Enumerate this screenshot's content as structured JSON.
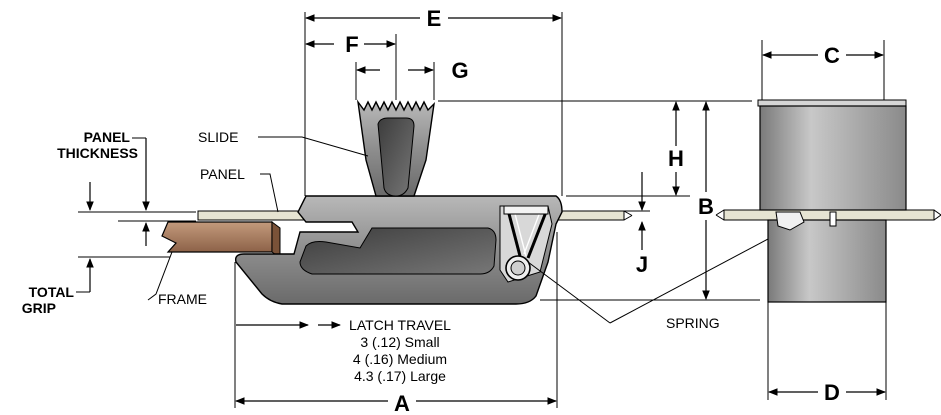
{
  "dimensions": {
    "A": "A",
    "B": "B",
    "C": "C",
    "D": "D",
    "E": "E",
    "F": "F",
    "G": "G",
    "H": "H",
    "J": "J"
  },
  "callouts": {
    "slide": "SLIDE",
    "panel": "PANEL",
    "panel_thickness_line1": "PANEL",
    "panel_thickness_line2": "THICKNESS",
    "total_grip_line1": "TOTAL",
    "total_grip_line2": "GRIP",
    "frame": "FRAME",
    "spring": "SPRING"
  },
  "latch_travel": {
    "title": "LATCH TRAVEL",
    "small": "3 (.12) Small",
    "medium": "4 (.16) Medium",
    "large": "4.3 (.17) Large"
  },
  "colors": {
    "latch_body": "#8c8c8c",
    "latch_dark": "#5a5a5a",
    "frame": "#a87a5a",
    "panel": "#e6e4d2"
  }
}
